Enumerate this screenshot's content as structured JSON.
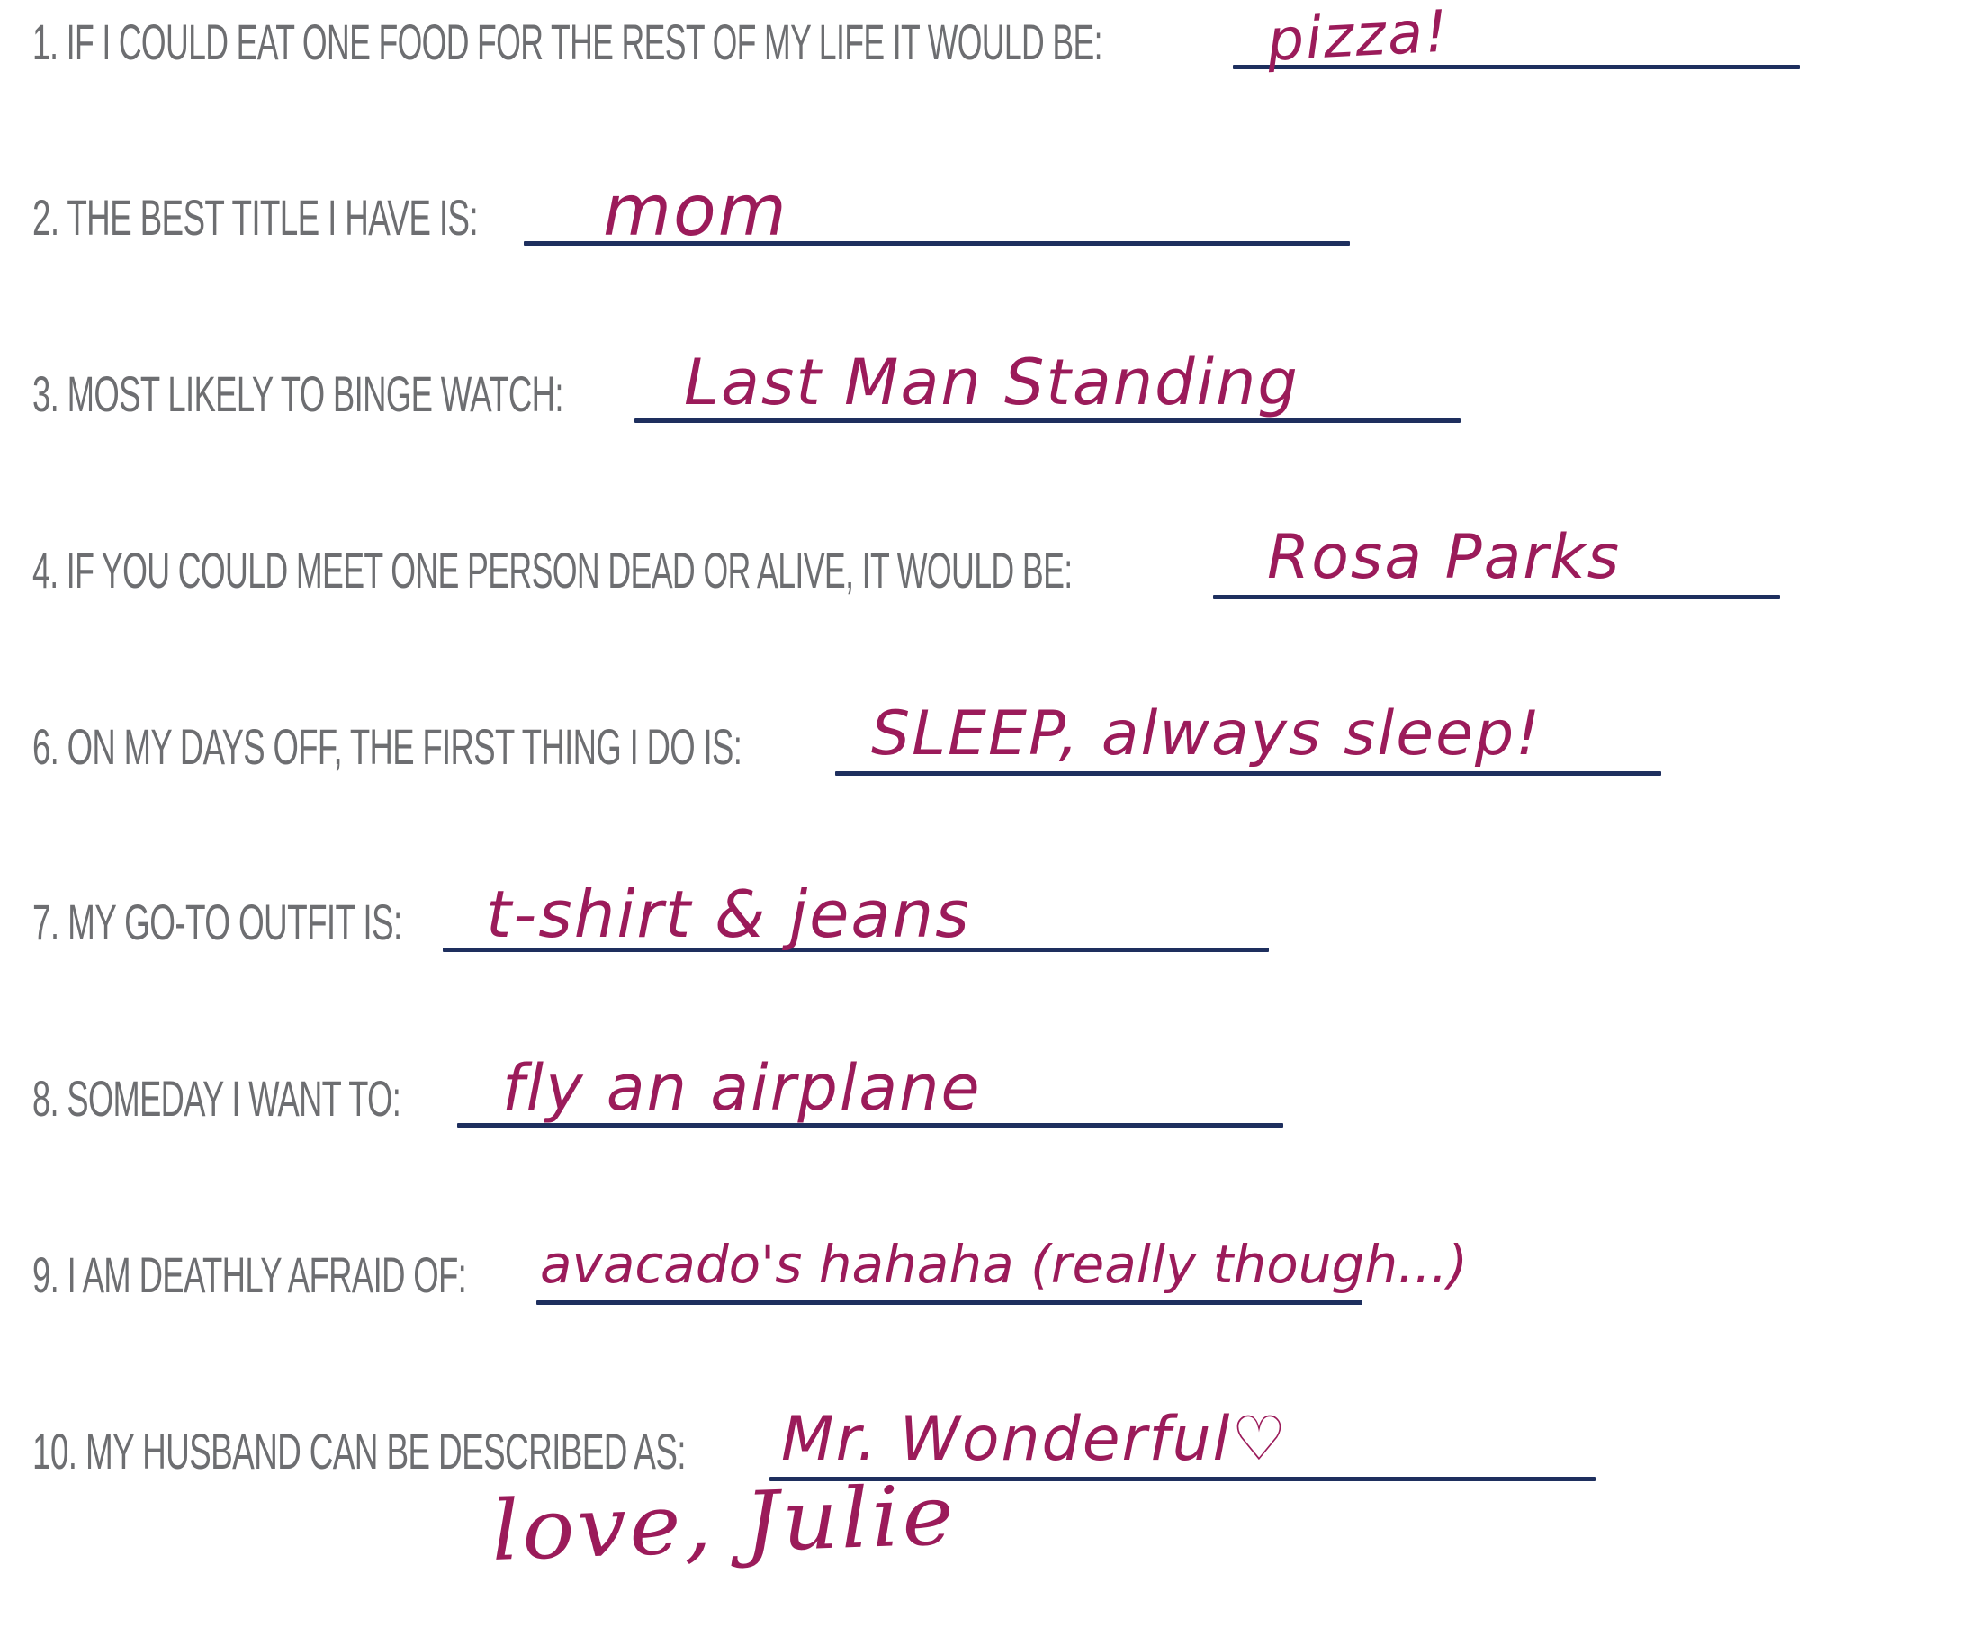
{
  "questions": [
    {
      "label": "1. IF I COULD EAT ONE FOOD FOR THE REST OF MY LIFE IT WOULD BE:",
      "answer": "pizza!"
    },
    {
      "label": "2. THE BEST TITLE I HAVE IS:",
      "answer": "mom"
    },
    {
      "label": "3. MOST LIKELY TO BINGE WATCH:",
      "answer": "Last Man Standing"
    },
    {
      "label": "4. IF YOU COULD MEET ONE PERSON DEAD OR ALIVE, IT WOULD BE:",
      "answer": "Rosa Parks"
    },
    {
      "label": "6. ON MY DAYS OFF, THE FIRST THING I DO IS:",
      "answer": "SLEEP, always sleep!"
    },
    {
      "label": "7. MY GO-TO OUTFIT IS:",
      "answer": "t-shirt & jeans"
    },
    {
      "label": "8. SOMEDAY I WANT TO:",
      "answer": "fly an airplane"
    },
    {
      "label": "9. I AM DEATHLY AFRAID OF:",
      "answer": "avacado's hahaha (really though...)"
    },
    {
      "label": "10. MY HUSBAND CAN BE DESCRIBED AS:",
      "answer": "Mr. Wonderful♡"
    }
  ],
  "signature": "love, Julie",
  "colors": {
    "question_text": "#6d6e71",
    "underline": "#1e2f5e",
    "handwriting": "#9b1b5a"
  }
}
